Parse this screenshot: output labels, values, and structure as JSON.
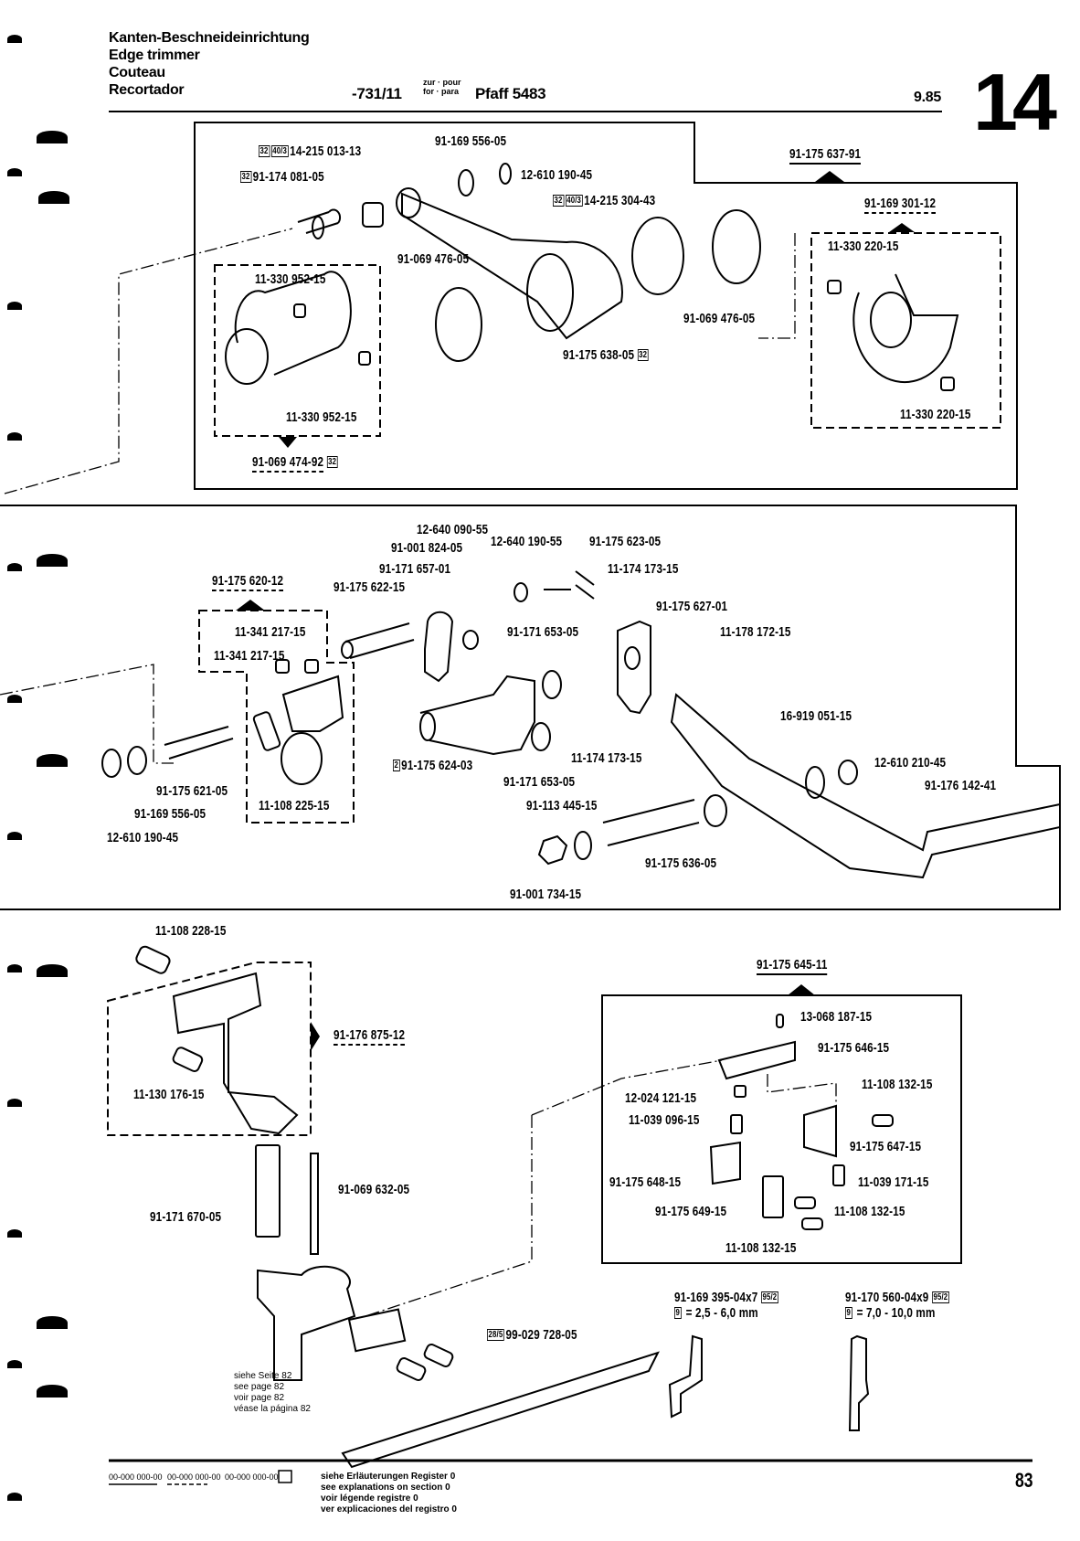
{
  "header": {
    "title_de": "Kanten-Beschneideinrichtung",
    "title_en": "Edge trimmer",
    "title_fr": "Couteau",
    "title_es": "Recortador",
    "subclass": "-731/11",
    "for_label_top": "zur · pour",
    "for_label_bottom": "for · para",
    "machine": "Pfaff 5483",
    "date": "9.85",
    "section_number": "14"
  },
  "section1": {
    "assembly_main": "91-175 637-91",
    "assembly_sub": "91-169 301-12",
    "assembly_bushing": "91-069 474-92",
    "parts": {
      "p1": {
        "tags": [
          "32",
          "40/3"
        ],
        "number": "14-215 013-13"
      },
      "p2": {
        "tags": [
          "32"
        ],
        "number": "91-174 081-05"
      },
      "p3": {
        "number": "91-169 556-05"
      },
      "p4": {
        "number": "12-610 190-45"
      },
      "p5": {
        "tags": [
          "32",
          "40/3"
        ],
        "number": "14-215 304-43"
      },
      "p6": {
        "number": "91-069 476-05"
      },
      "p7": {
        "number": "11-330 952-15"
      },
      "p8": {
        "number": "11-330 952-15"
      },
      "p9": {
        "number": "91-175 638-05",
        "tag": "32"
      },
      "p10": {
        "number": "91-069 476-05"
      },
      "p11": {
        "number": "11-330 220-15"
      },
      "p12": {
        "number": "11-330 220-15"
      },
      "bushing_tag": "32"
    }
  },
  "section2": {
    "assembly": "91-175 620-12",
    "parts": {
      "a": "12-640 090-55",
      "b": "91-001 824-05",
      "c": "12-640 190-55",
      "d": "91-175 623-05",
      "e": "91-171 657-01",
      "f": "11-174 173-15",
      "g": "91-175 622-15",
      "h": "11-341 217-15",
      "i": "11-341 217-15",
      "j": "91-171 653-05",
      "k": "91-175 627-01",
      "l": "11-178 172-15",
      "m": "16-919 051-15",
      "n": "12-610 210-45",
      "o": "91-176 142-41",
      "p": "91-175 624-03",
      "p_tag": "2",
      "q": "11-174 173-15",
      "r": "91-171 653-05",
      "s": "91-113 445-15",
      "t": "91-175 621-05",
      "u": "91-169 556-05",
      "v": "12-610 190-45",
      "w": "11-108 225-15",
      "x": "91-175 636-05",
      "y": "91-001 734-15"
    }
  },
  "section3": {
    "bracket_assembly": "91-176 875-12",
    "screw_top": "11-108 228-15",
    "screw_inner": "11-130 176-15",
    "spring": "91-069 632-05",
    "post": "91-171 670-05",
    "see_page": [
      "siehe Seite 82",
      "see page 82",
      "voir page 82",
      "véase la página 82"
    ],
    "knife_tag": "28/5",
    "knife": "99-029 728-05",
    "box_assembly": "91-175 645-11",
    "box_parts": {
      "b1": "13-068 187-15",
      "b2": "91-175 646-15",
      "b3": "11-108 132-15",
      "b4": "12-024 121-15",
      "b5": "11-039 096-15",
      "b6": "91-175 647-15",
      "b7": "11-039 171-15",
      "b8": "91-175 648-15",
      "b9": "11-108 132-15",
      "b10": "91-175 649-15",
      "b11": "11-108 132-15"
    },
    "blade1": {
      "number": "91-169 395-04",
      "qty": "x7",
      "tag": "95/2",
      "range_tag": "9",
      "range": "= 2,5 - 6,0 mm"
    },
    "blade2": {
      "number": "91-170 560-04",
      "qty": "x9",
      "tag": "95/2",
      "range_tag": "9",
      "range": "= 7,0 - 10,0 mm"
    }
  },
  "footer": {
    "legend_solid": "00-000 000-00",
    "legend_dashed": "00-000 000-00",
    "legend_plain": "00-000 000-00",
    "note_de": "siehe Erläuterungen Register 0",
    "note_en": "see explanations on section 0",
    "note_fr": "voir légende registre 0",
    "note_es": "ver explicaciones del registro 0",
    "page_number": "83"
  }
}
